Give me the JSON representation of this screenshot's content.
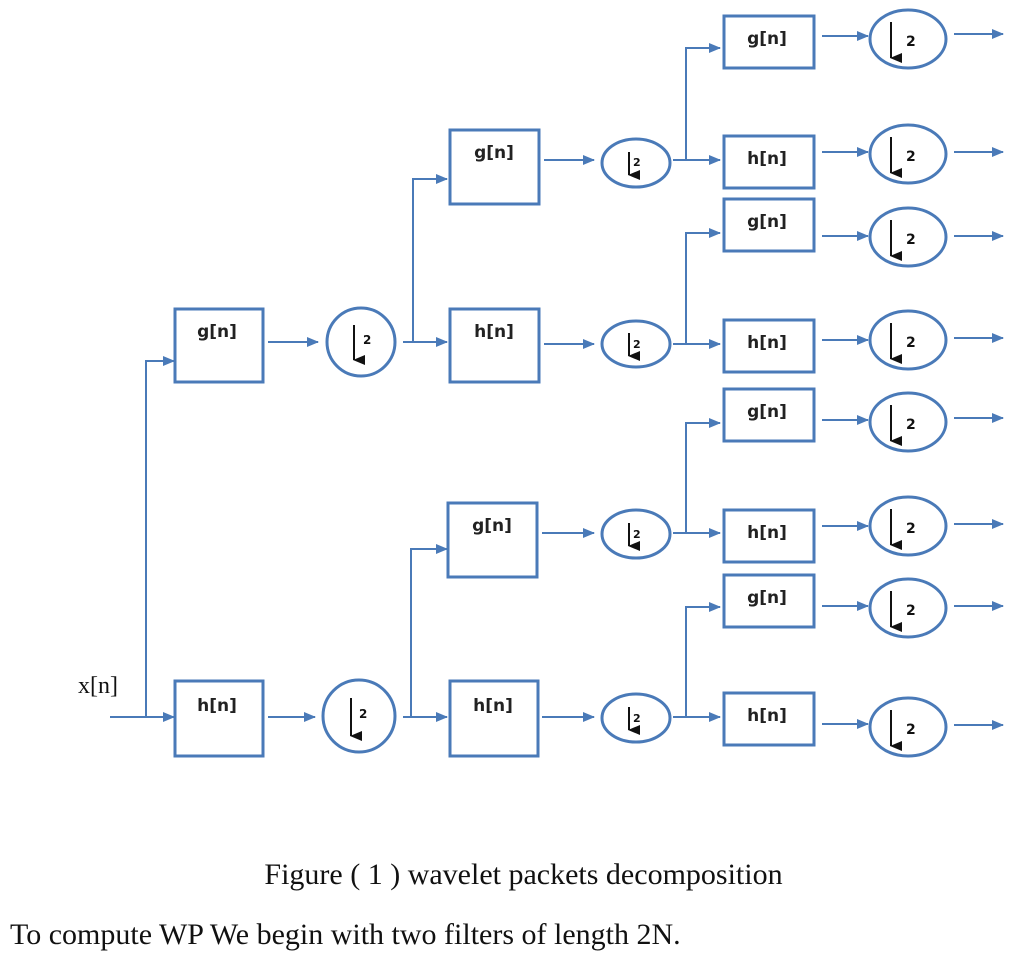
{
  "diagram": {
    "input_label": "x[n]",
    "g_label": "g[n]",
    "h_label": "h[n]",
    "downsample_factor": "2",
    "colors": {
      "stroke": "#4a7ab8",
      "downsample_arrow": "#111111"
    }
  },
  "caption": "Figure ( 1 ) wavelet packets decomposition",
  "body_text": "To compute WP We begin with two filters of length 2N."
}
